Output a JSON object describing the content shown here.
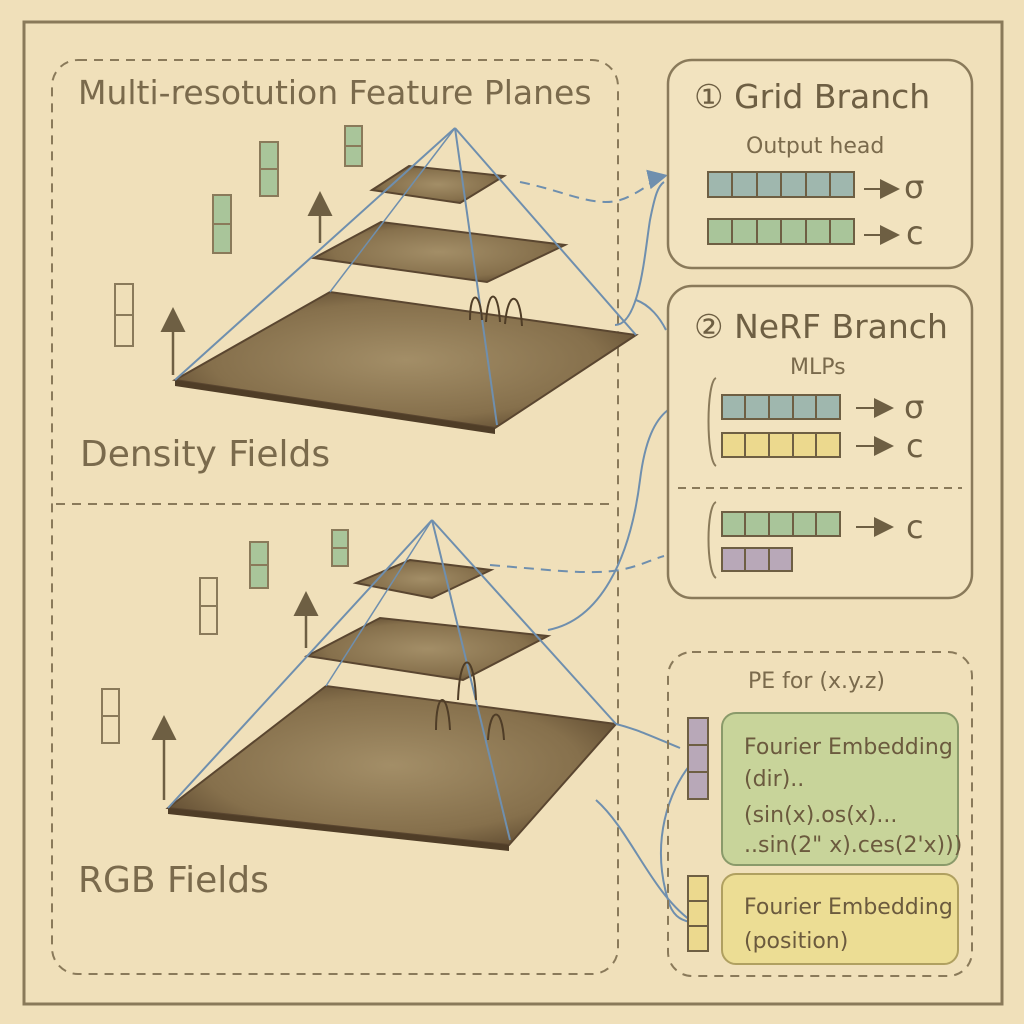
{
  "panel_top": {
    "title": "Multi-resotution Feature Planes",
    "field_label": "Density Fields"
  },
  "panel_bottom": {
    "field_label": "RGB Fields"
  },
  "grid_branch": {
    "title": "① Grid Branch",
    "subtitle": "Output head",
    "outputs": [
      "σ",
      "c"
    ]
  },
  "nerf_branch": {
    "title": "② NeRF Branch",
    "subtitle": "MLPs",
    "outputs": [
      "σ",
      "c"
    ],
    "extra_output": "c"
  },
  "pe": {
    "title": "PE for (x.y.z)",
    "dir_embedding": {
      "line1": "Fourier Embedding",
      "line2": "(dir)..",
      "line3": "(sin(x).os(x)...",
      "line4": "..sin(2\" x).ces(2'x)))"
    },
    "pos_embedding": {
      "line1": "Fourier Embedding",
      "line2": "(position)"
    }
  },
  "colors": {
    "background": "#f0e0ba",
    "plane": "#7a6443",
    "blue_line": "#6f8fae",
    "cell_blue": "#9fb7ae",
    "cell_green": "#a9c59a",
    "cell_yellow": "#ecd98e",
    "cell_purple": "#b8a8b8",
    "dir_box": "#c8d49a",
    "pos_box": "#ecdd94"
  }
}
